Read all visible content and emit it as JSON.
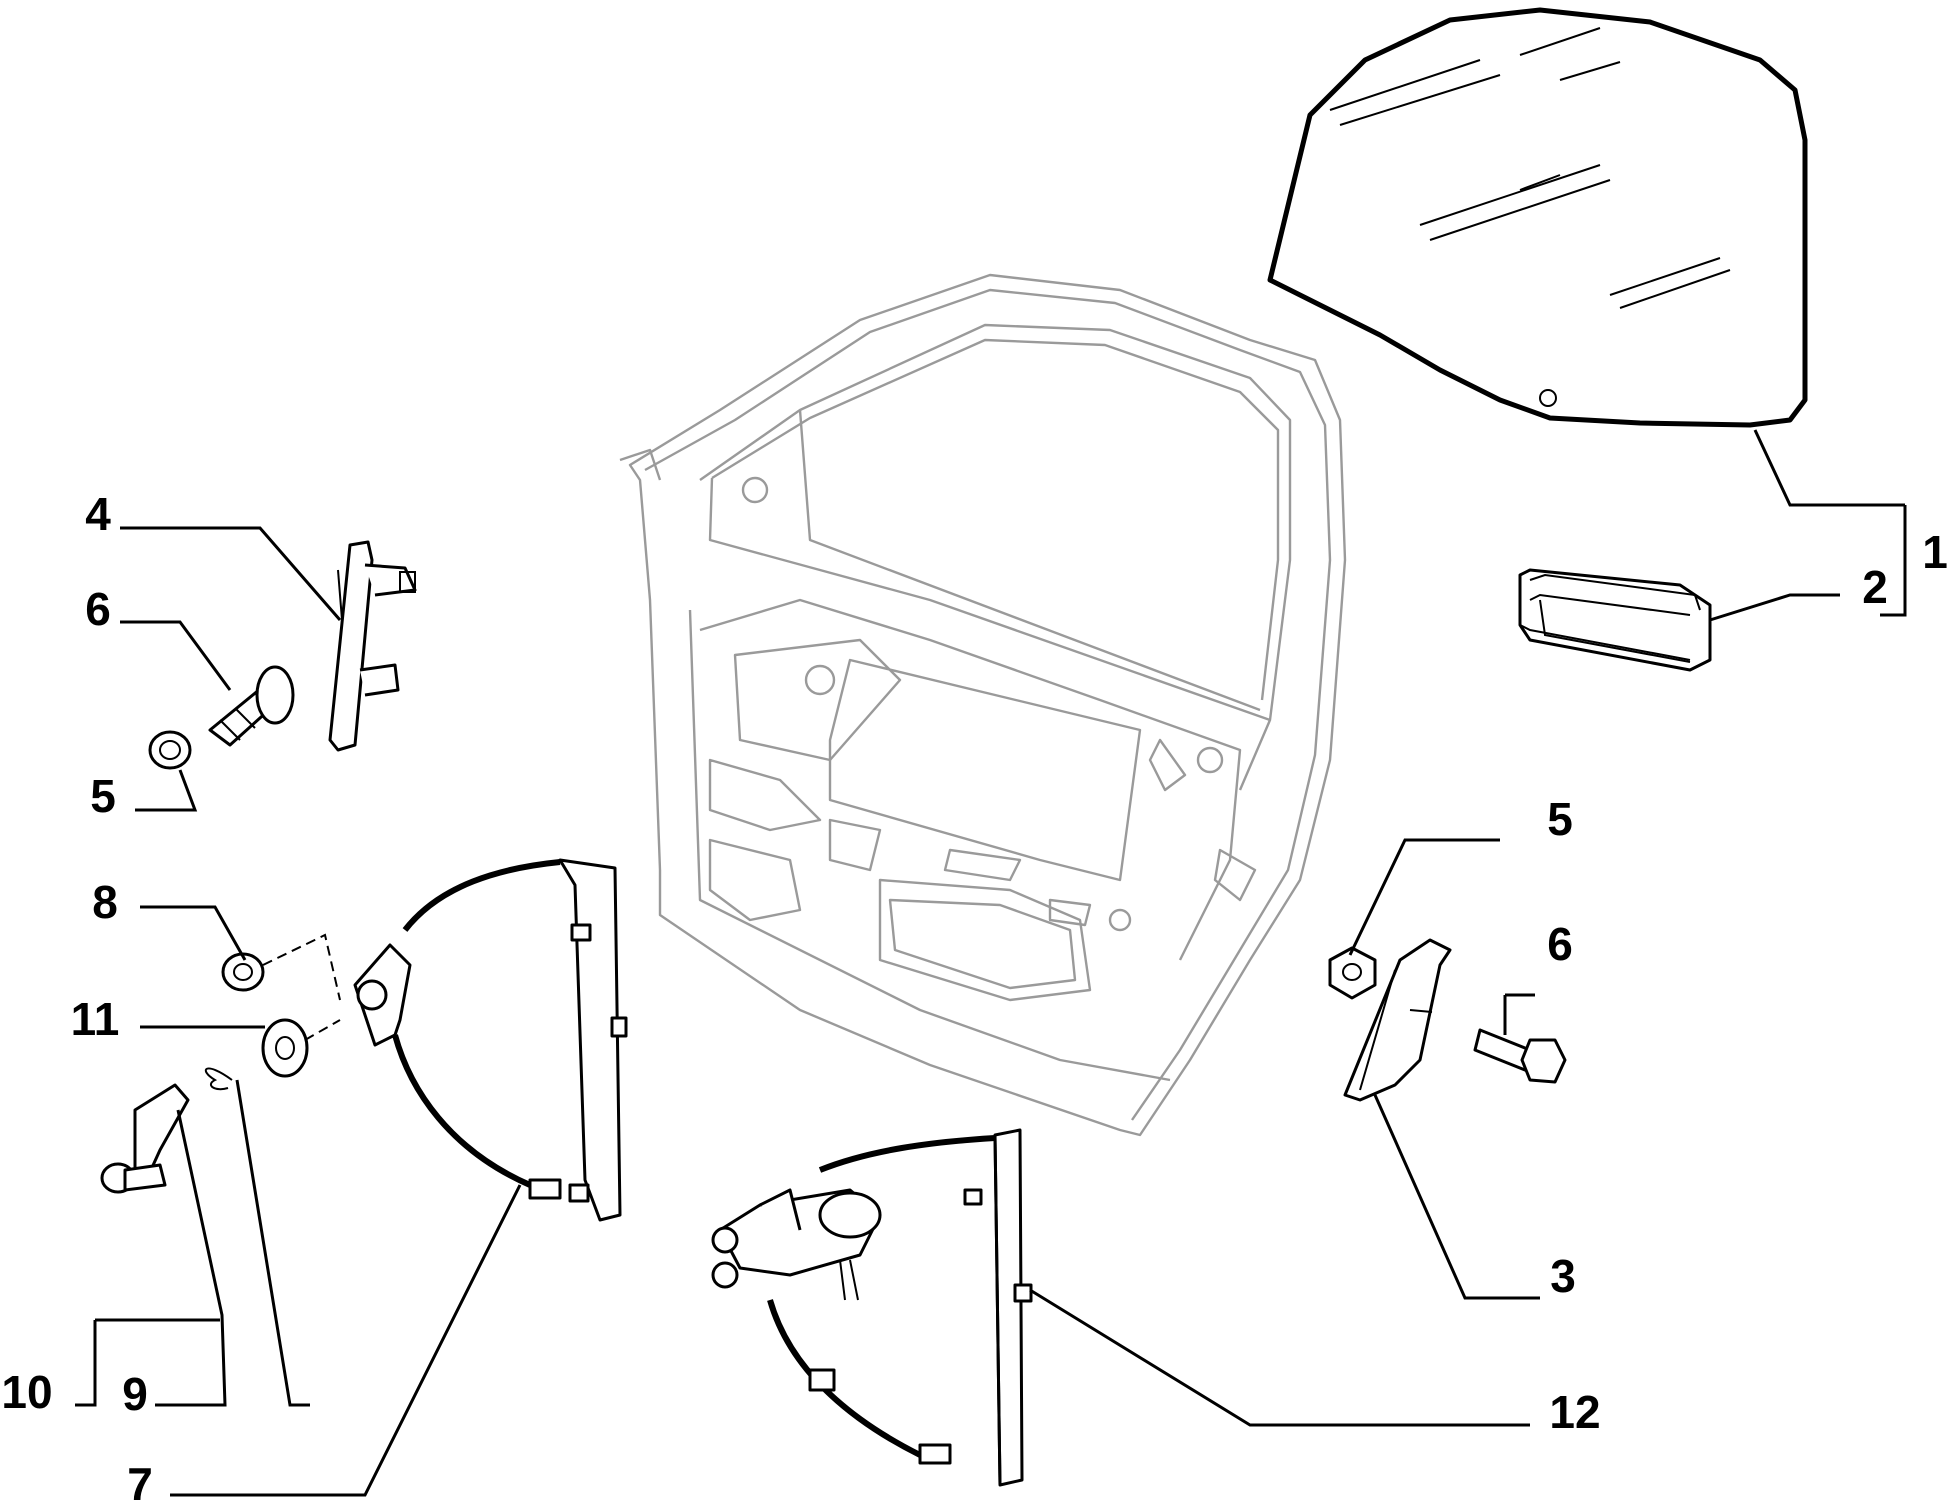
{
  "callouts": {
    "c1": "1",
    "c2": "2",
    "c3": "3",
    "c4": "4",
    "c5_left": "5",
    "c5_right": "5",
    "c6_left": "6",
    "c6_right": "6",
    "c7": "7",
    "c8": "8",
    "c9": "9",
    "c10": "10",
    "c11": "11",
    "c12": "12"
  },
  "colors": {
    "door_outline": "#9a9a9a",
    "part_outline": "#000000",
    "background": "#ffffff"
  }
}
